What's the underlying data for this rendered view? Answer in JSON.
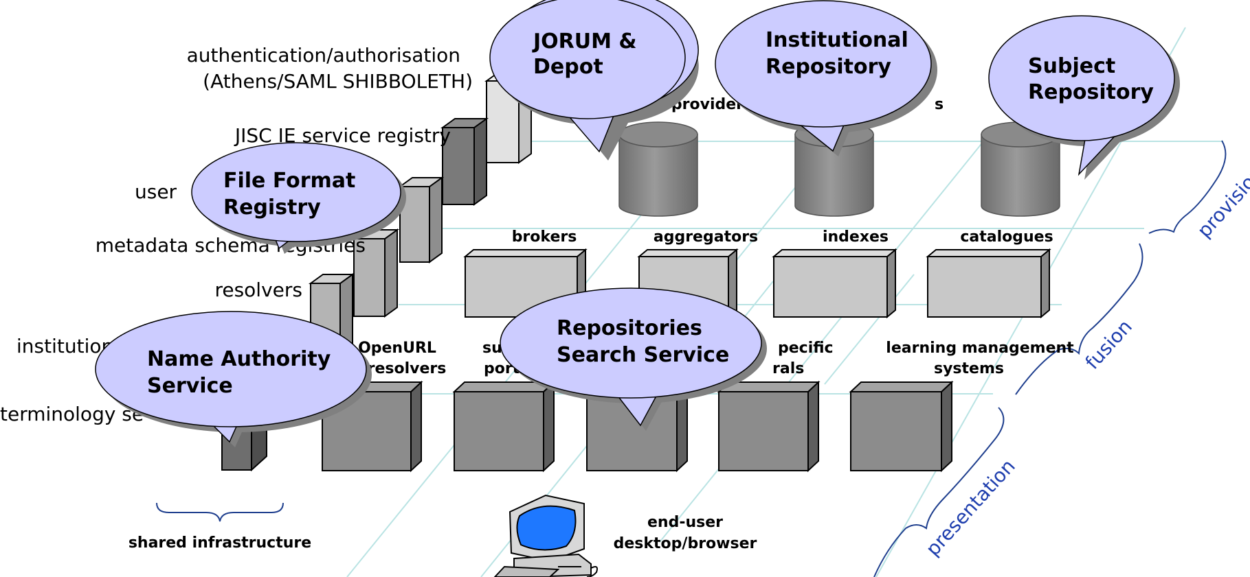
{
  "shared_infrastructure": {
    "items": [
      "authentication/authorisation",
      "(Athens/SAML SHIBBOLETH)",
      "JISC IE service registry",
      "user",
      "metadata schema registries",
      "resolvers",
      "institutional",
      "terminology se"
    ],
    "caption": "shared infrastructure"
  },
  "provision_layer": {
    "labels": [
      "providers",
      "s"
    ]
  },
  "fusion_layer": {
    "labels": [
      "brokers",
      "aggregators",
      "indexes",
      "catalogues"
    ]
  },
  "presentation_layer": {
    "labels": [
      "OpenURL",
      "resolvers",
      "sub",
      "porta",
      "pecific",
      "learning management",
      "systems",
      "rals"
    ]
  },
  "end_user": {
    "line1": "end-user",
    "line2": "desktop/browser"
  },
  "layers": {
    "provision": "provision",
    "fusion": "fusion",
    "presentation": "presentation"
  },
  "callouts": {
    "jorum": [
      "JORUM &",
      "Depot"
    ],
    "institutional_repository": [
      "Institutional",
      "Repository"
    ],
    "subject_repository": [
      "Subject",
      "Repository"
    ],
    "file_format_registry": [
      "File Format",
      "Registry"
    ],
    "name_authority_service": [
      "Name Authority",
      "Service"
    ],
    "repositories_search_service": [
      "Repositories",
      "Search Service"
    ]
  },
  "colors": {
    "callout_fill": "#ccccff",
    "layer_text": "#1f3fae",
    "grid_line": "#b9e3e3",
    "box_light": "#c8c8c8",
    "box_dark": "#8c8c8c",
    "box_darker": "#6e6e6e",
    "monitor_screen": "#1e78ff"
  }
}
